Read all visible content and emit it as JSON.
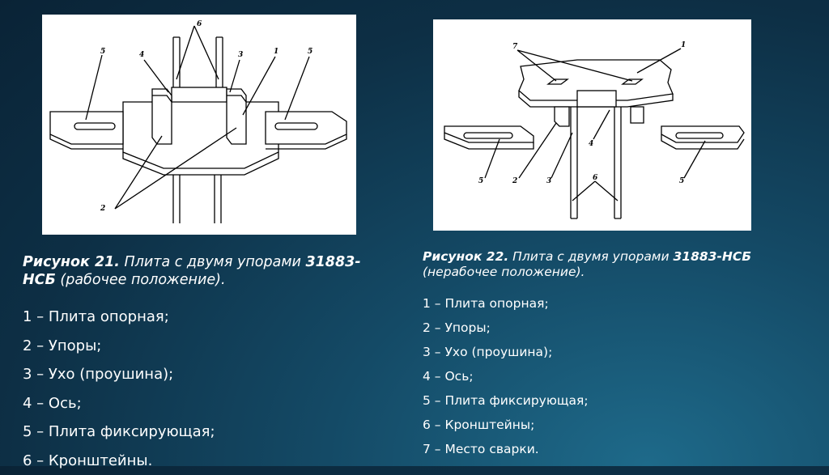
{
  "figure21": {
    "caption_title": "Рисунок 21.",
    "caption_text": " Плита с двумя упорами ",
    "caption_model": "31883-НСБ",
    "caption_note": " (рабочее положение).",
    "items": [
      "1 – Плита опорная;",
      "2 – Упоры;",
      "3 – Ухо (проушина);",
      "4 – Ось;",
      "5 – Плита фиксирующая;",
      "6 – Кронштейны."
    ],
    "labels": {
      "n1": "1",
      "n2": "2",
      "n3": "3",
      "n4": "4",
      "n5a": "5",
      "n5b": "5",
      "n6": "6"
    }
  },
  "figure22": {
    "caption_title": "Рисунок 22.",
    "caption_text": " Плита с двумя упорами ",
    "caption_model": "31883-НСБ",
    "caption_note": " (нерабочее положение).",
    "items": [
      "1 – Плита опорная;",
      "2 – Упоры;",
      "3 – Ухо (проушина);",
      "4 – Ось;",
      "5 – Плита фиксирующая;",
      "6 – Кронштейны;",
      "7 – Место сварки."
    ],
    "labels": {
      "n1": "1",
      "n2": "2",
      "n3": "3",
      "n4": "4",
      "n5a": "5",
      "n5b": "5",
      "n6": "6",
      "n7": "7"
    }
  }
}
